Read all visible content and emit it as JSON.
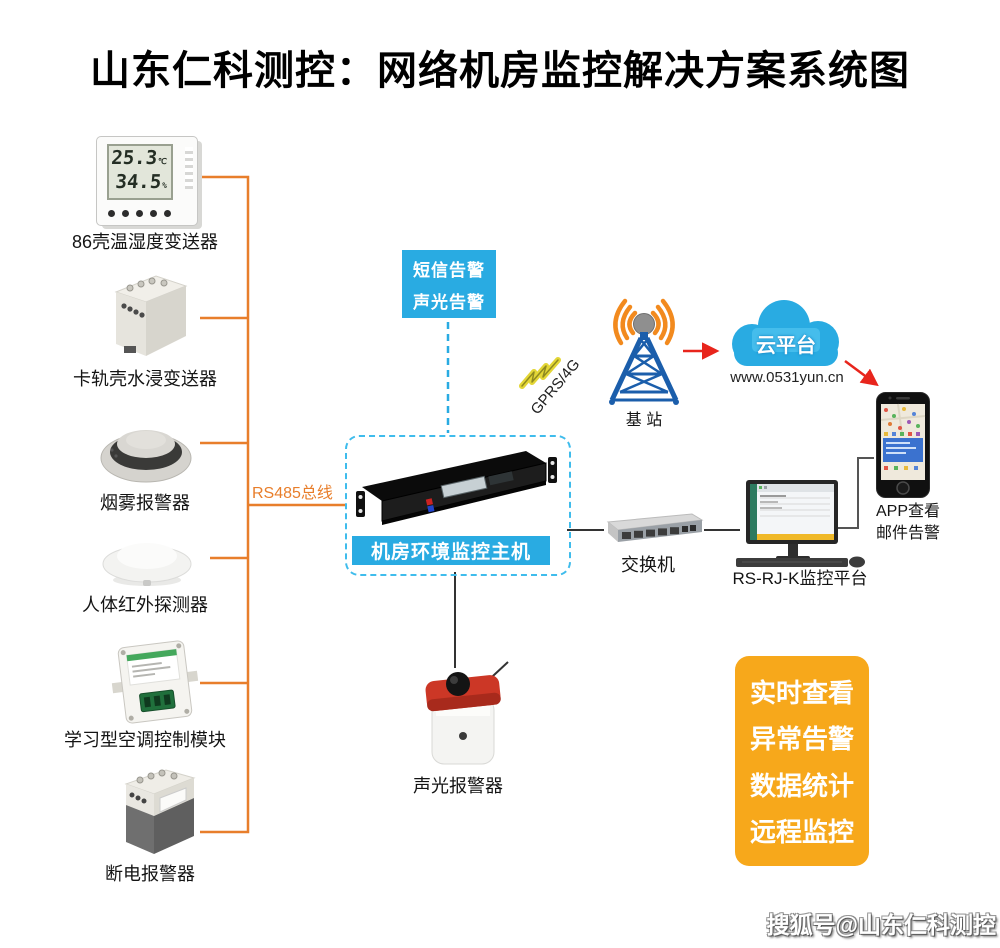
{
  "title": "山东仁科测控：网络机房监控解决方案系统图",
  "colors": {
    "accent_blue": "#29abe2",
    "bus_orange": "#e87e2b",
    "feature_orange": "#f7a81b",
    "arrow_red": "#e8251c"
  },
  "sensors": {
    "temp_humidity": {
      "label": "86壳温湿度变送器",
      "lcd_temp": "25.3",
      "lcd_temp_unit": "℃",
      "lcd_humidity": "34.5",
      "lcd_humidity_unit": "%"
    },
    "water": {
      "label": "卡轨壳水浸变送器"
    },
    "smoke": {
      "label": "烟雾报警器"
    },
    "pir": {
      "label": "人体红外探测器"
    },
    "ac_module": {
      "label": "学习型空调控制模块"
    },
    "power_off": {
      "label": "断电报警器"
    }
  },
  "bus": {
    "label": "RS485总线"
  },
  "alert_box": {
    "line1": "短信告警",
    "line2": "声光告警"
  },
  "host": {
    "label": "机房环境监控主机"
  },
  "sound_light_alarm": {
    "label": "声光报警器"
  },
  "gprs": {
    "label": "GPRS/4G"
  },
  "base_station": {
    "label": "基 站"
  },
  "cloud": {
    "label": "云平台",
    "url": "www.0531yun.cn"
  },
  "phone": {
    "line1": "APP查看",
    "line2": "邮件告警"
  },
  "network_switch": {
    "label": "交换机"
  },
  "pc": {
    "label": "RS-RJ-K监控平台"
  },
  "features": [
    "实时查看",
    "异常告警",
    "数据统计",
    "远程监控"
  ],
  "watermark": "搜狐号@山东仁科测控"
}
